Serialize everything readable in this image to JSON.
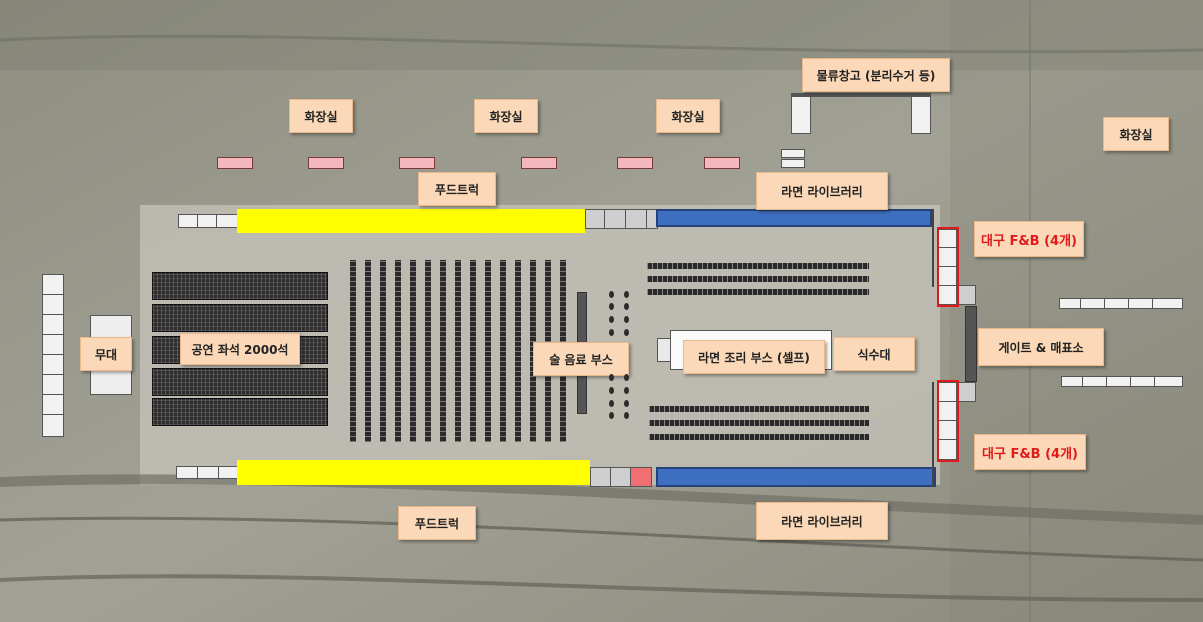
{
  "labels": {
    "stage": "무대",
    "seats": "공연 좌석 2000석",
    "toilet_1": "화장실",
    "toilet_2": "화장실",
    "toilet_3": "화장실",
    "toilet_4": "화장실",
    "warehouse": "물류창고 (분리수거 등)",
    "foodtruck_top": "푸드트럭",
    "foodtruck_bottom": "푸드트럭",
    "ramen_library_top": "라면 라이브러리",
    "ramen_library_bottom": "라면 라이브러리",
    "daegu_fb_top": "대구 F&B (4개)",
    "daegu_fb_bottom": "대구 F&B (4개)",
    "gate": "게이트 & 매표소",
    "drink_booth": "술 음료 부스",
    "ramen_cook": "라면 조리 부스 (셀프)",
    "sink": "식수대"
  },
  "colors": {
    "foodtruck_zone": "#ffff00",
    "ramen_library_zone": "#3f6fc0",
    "label_bg": "#fbd9b8",
    "highlight_red": "#e01a1a",
    "toilet_unit": "#f4b7bb"
  }
}
